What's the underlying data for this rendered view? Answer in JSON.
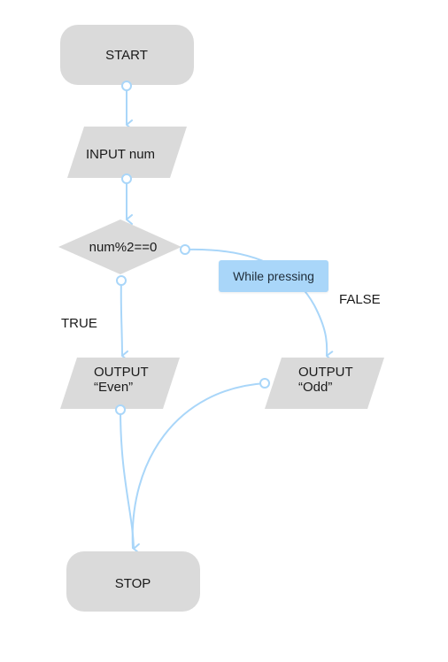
{
  "nodes": {
    "start": {
      "label": "START"
    },
    "input": {
      "label": "INPUT num"
    },
    "decision": {
      "label": "num%2==0"
    },
    "output_even": {
      "line1": "OUTPUT",
      "line2": "“Even”"
    },
    "output_odd": {
      "line1": "OUTPUT",
      "line2": "“Odd”"
    },
    "stop": {
      "label": "STOP"
    }
  },
  "edge_labels": {
    "true_label": "TRUE",
    "false_label": "FALSE"
  },
  "tooltip": {
    "label": "While pressing"
  },
  "colors": {
    "node_fill": "#dadada",
    "connector": "#a9d6f9",
    "tooltip_bg": "#a9d6f9"
  }
}
